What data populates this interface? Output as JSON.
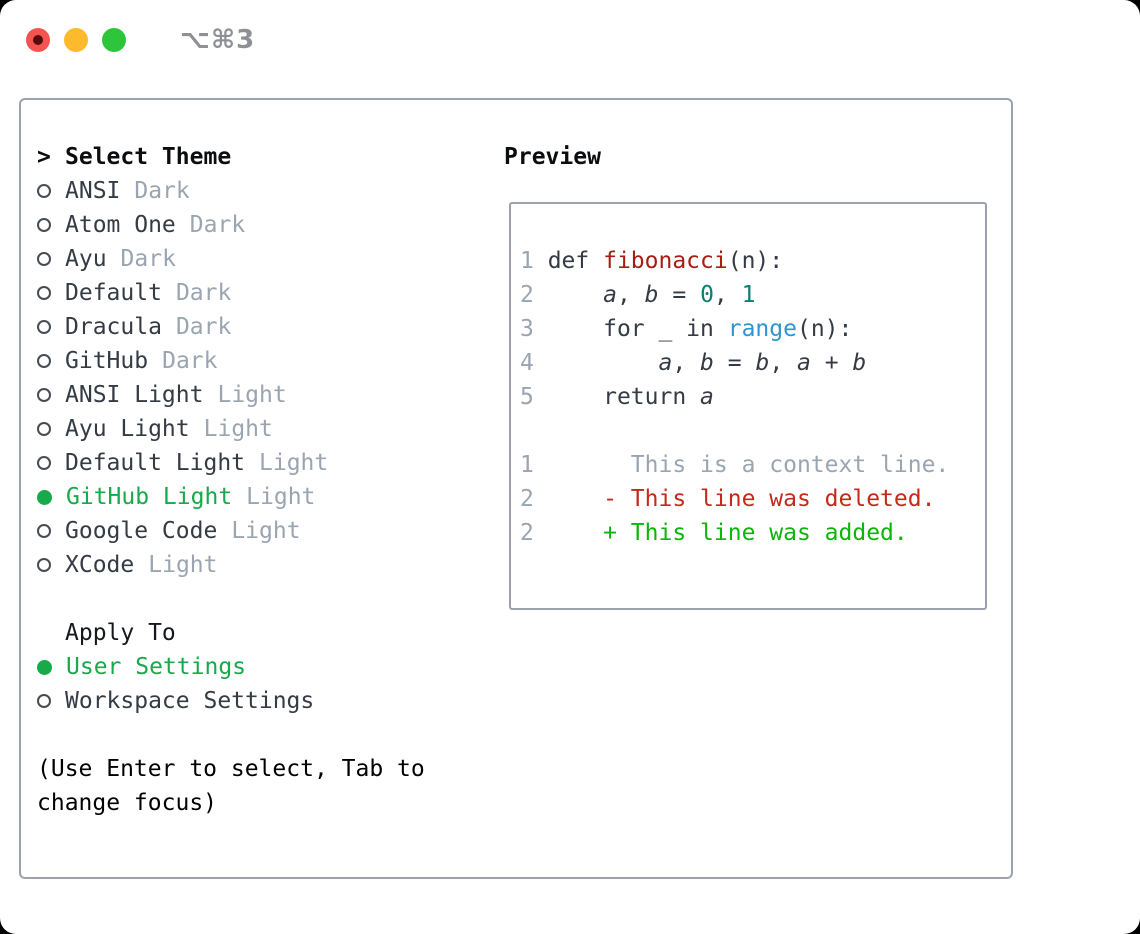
{
  "titlebar": {
    "shortcut_label": "⌥⌘3",
    "traffic_lights": [
      {
        "name": "close",
        "color": "#f4534f",
        "dot_color": "#550d0a"
      },
      {
        "name": "minimize",
        "color": "#fdba2c",
        "dot_color": null
      },
      {
        "name": "zoom",
        "color": "#2dc53c",
        "dot_color": null
      }
    ]
  },
  "panel": {
    "select_theme": {
      "prompt": ">",
      "title": "Select Theme",
      "items": [
        {
          "name": "ANSI",
          "variant": "Dark",
          "selected": false
        },
        {
          "name": "Atom One",
          "variant": "Dark",
          "selected": false
        },
        {
          "name": "Ayu",
          "variant": "Dark",
          "selected": false
        },
        {
          "name": "Default",
          "variant": "Dark",
          "selected": false
        },
        {
          "name": "Dracula",
          "variant": "Dark",
          "selected": false
        },
        {
          "name": "GitHub",
          "variant": "Dark",
          "selected": false
        },
        {
          "name": "ANSI Light",
          "variant": "Light",
          "selected": false
        },
        {
          "name": "Ayu Light",
          "variant": "Light",
          "selected": false
        },
        {
          "name": "Default Light",
          "variant": "Light",
          "selected": false
        },
        {
          "name": "GitHub Light",
          "variant": "Light",
          "selected": true
        },
        {
          "name": "Google Code",
          "variant": "Light",
          "selected": false
        },
        {
          "name": "XCode",
          "variant": "Light",
          "selected": false
        }
      ]
    },
    "apply_to": {
      "title": "Apply To",
      "options": [
        {
          "name": "User Settings",
          "selected": true
        },
        {
          "name": "Workspace Settings",
          "selected": false
        }
      ]
    },
    "hint": "(Use Enter to select, Tab to change focus)",
    "preview": {
      "title": "Preview",
      "lines": [
        {
          "num": "1",
          "tokens": [
            {
              "t": "def ",
              "c": "code"
            },
            {
              "t": "fibonacci",
              "c": "keyword_red"
            },
            {
              "t": "(n):",
              "c": "code"
            }
          ]
        },
        {
          "num": "2",
          "tokens": [
            {
              "t": "    ",
              "c": "code"
            },
            {
              "t": "a",
              "c": "code",
              "i": true
            },
            {
              "t": ", ",
              "c": "code"
            },
            {
              "t": "b",
              "c": "code",
              "i": true
            },
            {
              "t": " = ",
              "c": "code"
            },
            {
              "t": "0",
              "c": "number_teal"
            },
            {
              "t": ", ",
              "c": "code"
            },
            {
              "t": "1",
              "c": "number_teal"
            }
          ]
        },
        {
          "num": "3",
          "tokens": [
            {
              "t": "    for _ in ",
              "c": "code"
            },
            {
              "t": "range",
              "c": "builtin_blue"
            },
            {
              "t": "(n):",
              "c": "code"
            }
          ]
        },
        {
          "num": "4",
          "tokens": [
            {
              "t": "        ",
              "c": "code"
            },
            {
              "t": "a",
              "c": "code",
              "i": true
            },
            {
              "t": ", ",
              "c": "code"
            },
            {
              "t": "b",
              "c": "code",
              "i": true
            },
            {
              "t": " = ",
              "c": "code"
            },
            {
              "t": "b",
              "c": "code",
              "i": true
            },
            {
              "t": ", ",
              "c": "code"
            },
            {
              "t": "a",
              "c": "code",
              "i": true
            },
            {
              "t": " + ",
              "c": "code"
            },
            {
              "t": "b",
              "c": "code",
              "i": true
            }
          ]
        },
        {
          "num": "5",
          "tokens": [
            {
              "t": "    return ",
              "c": "code"
            },
            {
              "t": "a",
              "c": "code",
              "i": true
            }
          ]
        },
        {
          "num": "",
          "tokens": []
        },
        {
          "num": "1",
          "tokens": [
            {
              "t": "      This is a context line.",
              "c": "muted"
            }
          ]
        },
        {
          "num": "2",
          "tokens": [
            {
              "t": "    - This line was deleted.",
              "c": "diff_red"
            }
          ]
        },
        {
          "num": "2",
          "tokens": [
            {
              "t": "    + This line was added.",
              "c": "diff_green"
            }
          ]
        }
      ]
    }
  },
  "colors": {
    "code": "#343b44",
    "muted": "#9aa5b1",
    "keyword_red": "#a81c12",
    "number_teal": "#0d7d70",
    "builtin_blue": "#2e95d3",
    "diff_red": "#c5291a",
    "diff_green": "#0bb509",
    "selected_green": "#17a94a",
    "border_gray": "#9aa3ad"
  }
}
